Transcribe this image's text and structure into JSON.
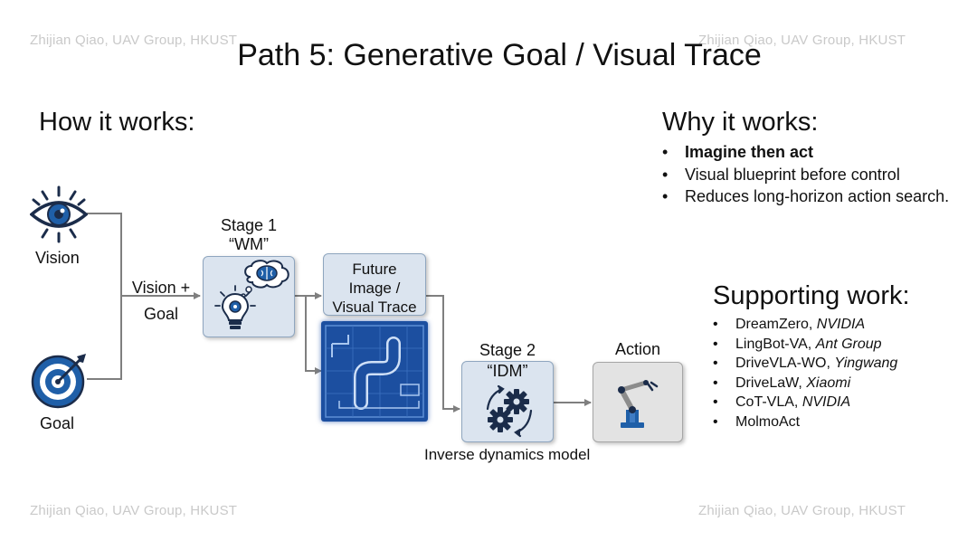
{
  "watermark": "Zhijian Qiao, UAV Group, HKUST",
  "title": "Path 5: Generative Goal / Visual Trace",
  "how": {
    "heading": "How it works:"
  },
  "why": {
    "heading": "Why it works:",
    "items": [
      "Imagine then act",
      "Visual blueprint before control",
      "Reduces long-horizon action search."
    ]
  },
  "support": {
    "heading": "Supporting work:",
    "items": [
      {
        "name": "DreamZero",
        "aff": "NVIDIA"
      },
      {
        "name": "LingBot-VA",
        "aff": "Ant Group"
      },
      {
        "name": "DriveVLA-WO",
        "aff": "Yingwang"
      },
      {
        "name": "DriveLaW",
        "aff": "Xiaomi"
      },
      {
        "name": "CoT-VLA",
        "aff": "NVIDIA"
      },
      {
        "name": "MolmoAct",
        "aff": ""
      }
    ]
  },
  "diagram": {
    "vision_label": "Vision",
    "goal_label": "Goal",
    "vision_goal_line1": "Vision +",
    "vision_goal_line2": "Goal",
    "stage1_title": "Stage 1",
    "stage1_sub": "“WM”",
    "future_line1": "Future",
    "future_line2": "Image /",
    "future_line3": "Visual Trace",
    "stage2_title": "Stage 2",
    "stage2_sub": "“IDM”",
    "idm_caption": "Inverse dynamics model",
    "action_label": "Action",
    "icons": [
      "eye-icon",
      "target-icon",
      "brain-icon",
      "lightbulb-icon",
      "blueprint-icon",
      "gears-icon",
      "robot-arm-icon"
    ],
    "colors": {
      "box_fill": "#dbe4ef",
      "box_border": "#8fa6bf",
      "blueprint": "#1c4fa0",
      "arrow": "#7f7f7f"
    }
  }
}
